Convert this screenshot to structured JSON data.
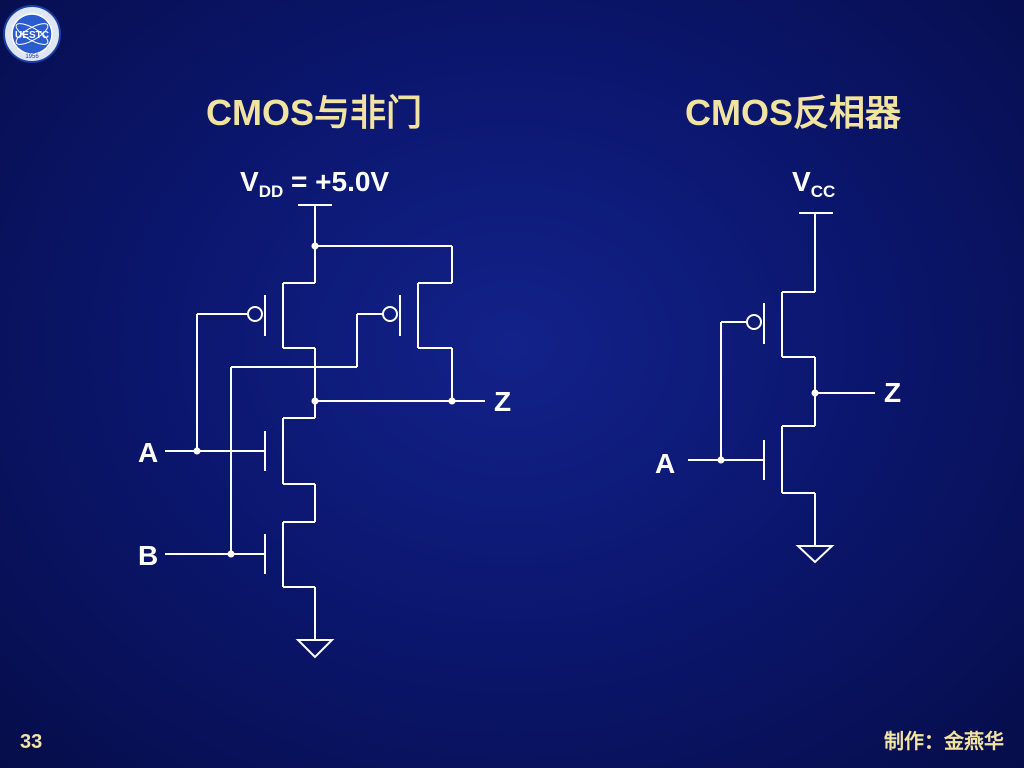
{
  "slide": {
    "page_number": "33",
    "author": "制作：金燕华"
  },
  "left_circuit": {
    "title": "CMOS与非门",
    "supply_base": "V",
    "supply_sub": "DD",
    "supply_value": " = +5.0V",
    "input_a": "A",
    "input_b": "B",
    "output": "Z"
  },
  "right_circuit": {
    "title": "CMOS反相器",
    "supply_base": "V",
    "supply_sub": "CC",
    "input_a": "A",
    "output": "Z"
  },
  "logo": {
    "text": "UESTC",
    "year": "1956"
  }
}
